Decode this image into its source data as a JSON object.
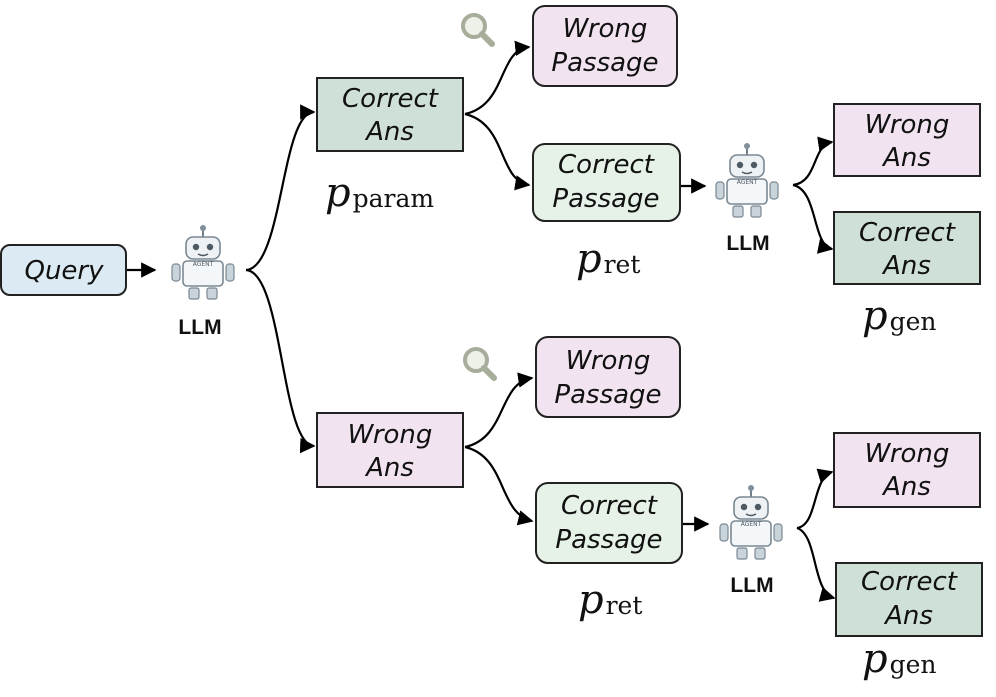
{
  "nodes": {
    "query": {
      "label": "Query"
    },
    "llm_label": "LLM",
    "wrong_passage": {
      "line1": "Wrong",
      "line2": "Passage"
    },
    "correct_passage": {
      "line1": "Correct",
      "line2": "Passage"
    },
    "wrong_ans": {
      "line1": "Wrong",
      "line2": "Ans"
    },
    "correct_ans": {
      "line1": "Correct",
      "line2": "Ans"
    },
    "robot_badge": "AGENT"
  },
  "probabilities": {
    "p": "p",
    "param": "param",
    "ret": "ret",
    "gen": "gen"
  },
  "colors": {
    "query": "#dcebf3",
    "correct_ans": "#cfe1d6",
    "wrong": "#f1e4f0",
    "correct_passage": "#e6f2e7"
  }
}
